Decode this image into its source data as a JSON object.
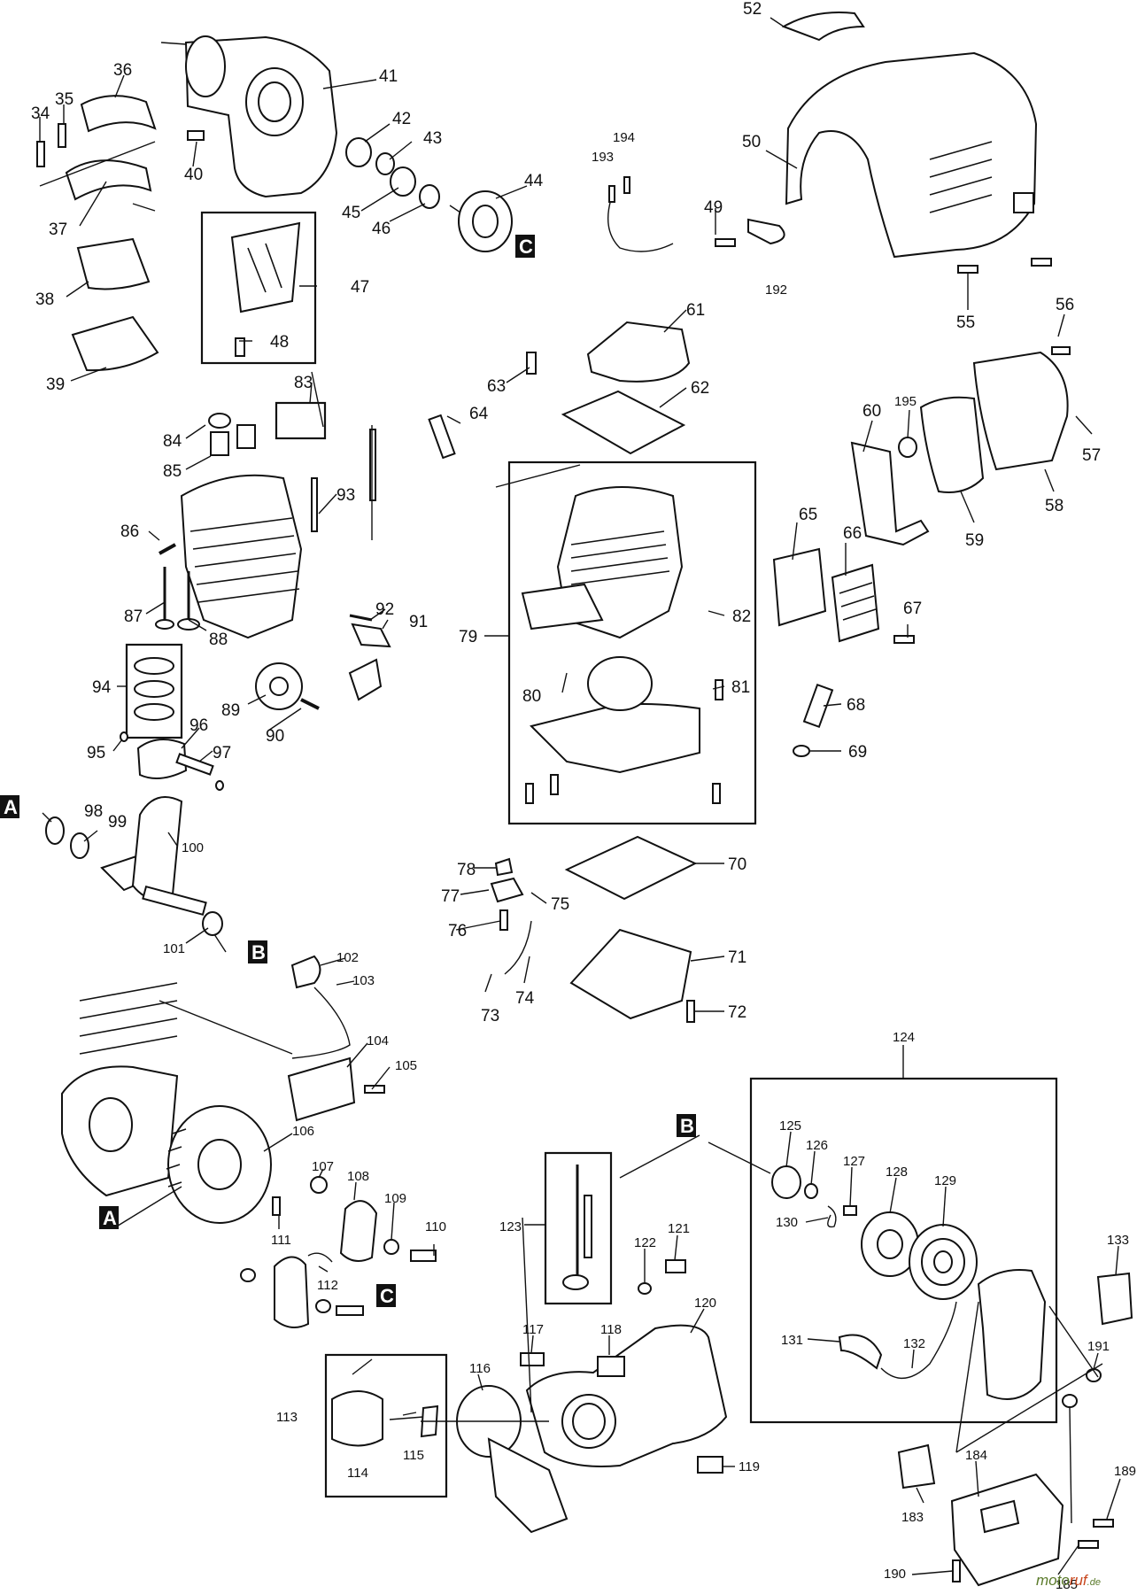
{
  "diagram": {
    "labels": [
      "34",
      "35",
      "36",
      "37",
      "38",
      "39",
      "40",
      "41",
      "42",
      "43",
      "44",
      "45",
      "46",
      "47",
      "48",
      "49",
      "50",
      "52",
      "55",
      "56",
      "57",
      "58",
      "59",
      "60",
      "61",
      "62",
      "63",
      "64",
      "65",
      "66",
      "67",
      "68",
      "69",
      "70",
      "71",
      "72",
      "73",
      "74",
      "75",
      "76",
      "77",
      "78",
      "79",
      "80",
      "81",
      "82",
      "83",
      "84",
      "85",
      "86",
      "87",
      "88",
      "89",
      "90",
      "91",
      "92",
      "93",
      "94",
      "95",
      "96",
      "97",
      "98",
      "99",
      "100",
      "101",
      "102",
      "103",
      "104",
      "105",
      "106",
      "107",
      "108",
      "109",
      "110",
      "111",
      "112",
      "113",
      "114",
      "115",
      "116",
      "117",
      "118",
      "119",
      "120",
      "121",
      "122",
      "123",
      "124",
      "125",
      "126",
      "127",
      "128",
      "129",
      "130",
      "131",
      "132",
      "133",
      "183",
      "184",
      "185",
      "189",
      "190",
      "191",
      "192",
      "193",
      "194",
      "195"
    ],
    "tags": [
      "A",
      "A",
      "B",
      "B",
      "C",
      "C"
    ]
  },
  "watermark": {
    "brand_part1": "moto",
    "brand_part2": "ruf",
    "brand_suffix": ".de",
    "color1": "#5a7a2a",
    "color2": "#c8471e"
  }
}
